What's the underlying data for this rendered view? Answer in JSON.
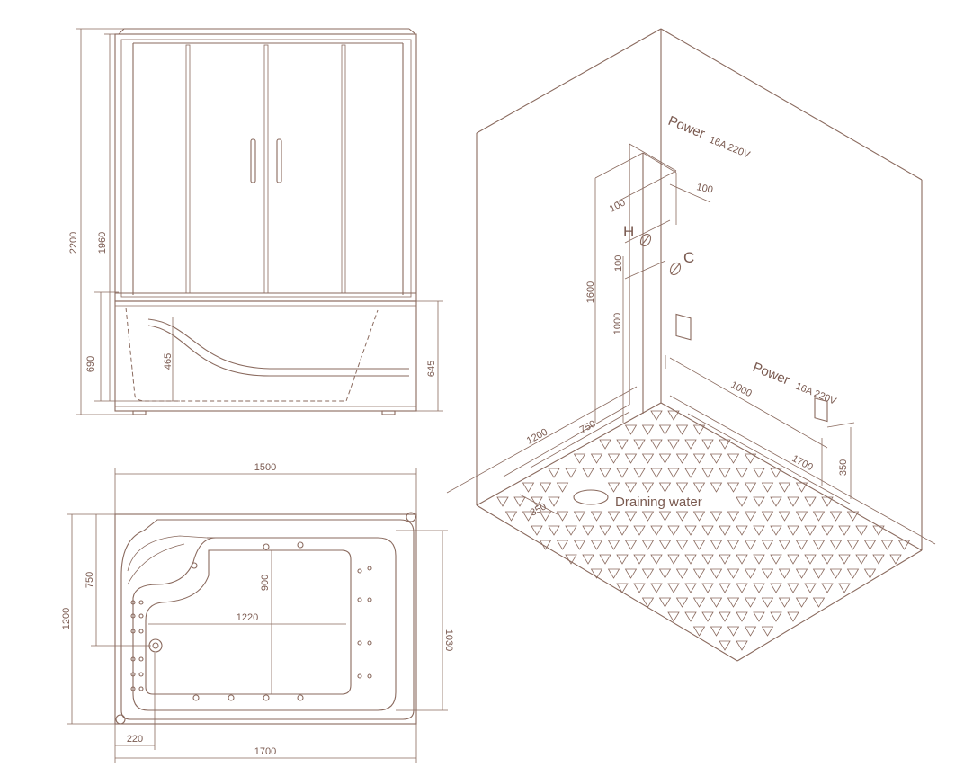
{
  "colors": {
    "line": "#8a6a5e",
    "text": "#7a5a50",
    "background": "#ffffff"
  },
  "front_view": {
    "dims": {
      "total_height": "2200",
      "cabin_height": "1960",
      "base_height": "690",
      "inner_depth": "465",
      "tub_height": "645"
    }
  },
  "top_view": {
    "dims": {
      "width_top": "1500",
      "length": "1700",
      "depth_left": "1200",
      "depth_right": "1030",
      "offset_750": "750",
      "inner_length": "1220",
      "inner_width": "900",
      "drain_offset": "220"
    }
  },
  "room_view": {
    "power_top": {
      "word": "Power",
      "rating": "16A  220V"
    },
    "power_bottom": {
      "word": "Power",
      "rating": "16A  220V"
    },
    "valve_h": "H",
    "valve_c": "C",
    "draining": "Draining water",
    "dims": {
      "d100a": "100",
      "d100b": "100",
      "d100c": "100",
      "d1600": "1600",
      "d1000v": "1000",
      "d1000h": "1000",
      "d1200": "1200",
      "d750": "750",
      "d1700": "1700",
      "d350r": "350",
      "d350drain": "350"
    }
  }
}
